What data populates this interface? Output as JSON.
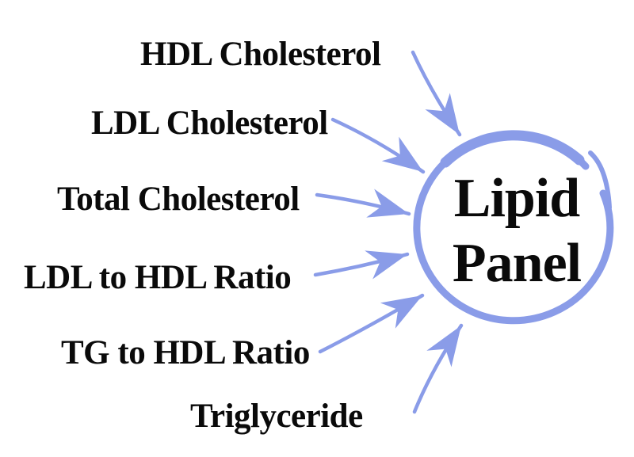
{
  "diagram": {
    "accent_color": "#8a9ce8",
    "text_color": "#0a0a0a",
    "center": {
      "label": "Lipid Panel"
    },
    "labels": [
      "HDL Cholesterol",
      "LDL Cholesterol",
      "Total Cholesterol",
      "LDL to HDL Ratio",
      "TG to HDL Ratio",
      "Triglyceride"
    ]
  }
}
